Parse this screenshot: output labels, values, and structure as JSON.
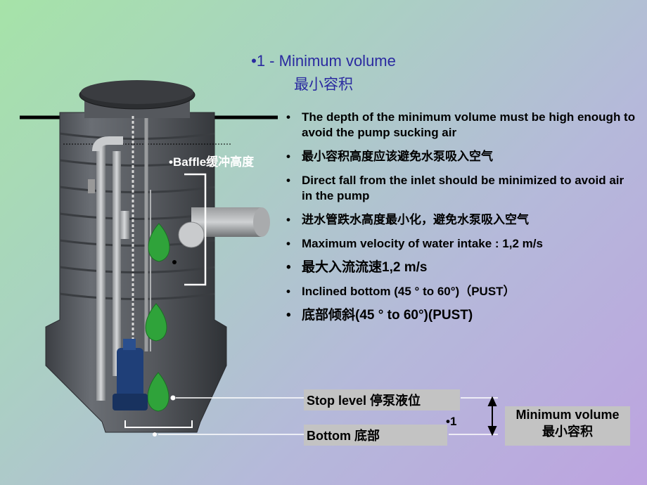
{
  "title": {
    "line1": "•1 - Minimum volume",
    "line2": "最小容积"
  },
  "bullets": [
    "The depth of the minimum volume must be high enough to avoid the pump sucking air",
    "最小容积高度应该避免水泵吸入空气",
    "Direct fall from the inlet should be minimized to avoid air in the pump",
    "进水管跌水高度最小化，避免水泵吸入空气",
    "Maximum velocity of water intake : 1,2 m/s",
    "最大入流流速1,2 m/s",
    "Inclined bottom (45 ° to 60°)（PUST）",
    "底部倾斜(45 ° to 60°)(PUST)"
  ],
  "labels": {
    "baffle": "•Baffle缓冲高度",
    "stop_level": "Stop level 停泵液位",
    "bottom": "Bottom 底部",
    "marker": "•1",
    "min_volume_en": "Minimum volume",
    "min_volume_cn": "最小容积"
  },
  "colors": {
    "title": "#2a2aa0",
    "float": "#2fa33a",
    "pump": "#1f3f78",
    "tank": "#5a5d62"
  }
}
